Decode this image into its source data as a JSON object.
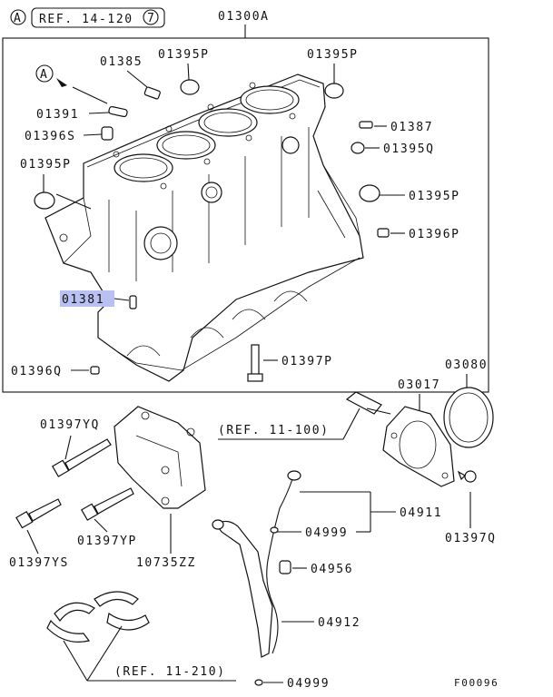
{
  "header": {
    "circle_letter": "A",
    "ref_label": "REF. 14-120",
    "ref_circled": "7"
  },
  "callouts": {
    "block": "01300A",
    "p01385": "01385",
    "p01395p_top": "01395P",
    "p01395p_top_right": "01395P",
    "p01391": "01391",
    "p01396s": "01396S",
    "p01387": "01387",
    "p01395q": "01395Q",
    "p01395p_left": "01395P",
    "p01395p_right": "01395P",
    "p01396p": "01396P",
    "p01381": "01381",
    "p01396q": "01396Q",
    "p01397p": "01397P",
    "p03080": "03080",
    "p03017": "03017",
    "ref_11_100": "(REF. 11-100)",
    "p01397yq": "01397YQ",
    "p04911": "04911",
    "p04999_a": "04999",
    "p01397q": "01397Q",
    "p01397yp": "01397YP",
    "p04956": "04956",
    "p01397ys": "01397YS",
    "p10735zz": "10735ZZ",
    "p04912": "04912",
    "ref_11_210": "(REF. 11-210)",
    "p04999_b": "04999"
  },
  "inset_marker": "A",
  "highlight_color": "#b9c0f2",
  "figure_id": "F00096"
}
